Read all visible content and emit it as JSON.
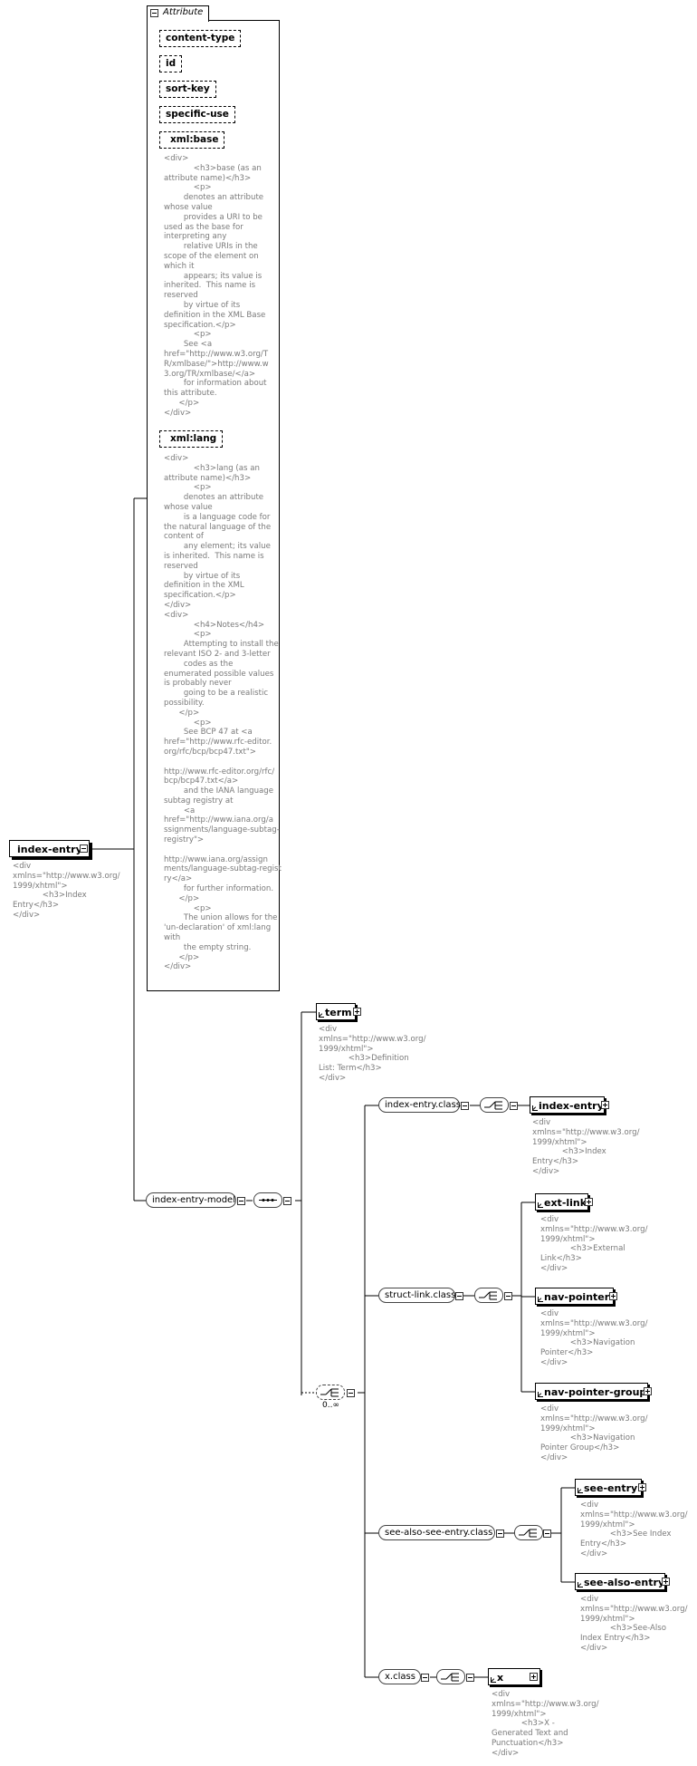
{
  "attributes_panel": {
    "title": "Attribute",
    "items": [
      {
        "name": "content-type"
      },
      {
        "name": "id"
      },
      {
        "name": "sort-key"
      },
      {
        "name": "specific-use"
      },
      {
        "name": "xml:base",
        "doc": "<div>\n            <h3>base (as an\nattribute name)</h3>\n            <p>\n        denotes an attribute\nwhose value\n        provides a URI to be\nused as the base for\ninterpreting any\n        relative URIs in the\nscope of the element on\nwhich it\n        appears; its value is\ninherited.  This name is\nreserved\n        by virtue of its\ndefinition in the XML Base\nspecification.</p>\n            <p>\n        See <a\nhref=\"http://www.w3.org/T\nR/xmlbase/\">http://www.w\n3.org/TR/xmlbase/</a>\n        for information about\nthis attribute.\n      </p>\n</div>"
      },
      {
        "name": "xml:lang",
        "doc": "<div>\n            <h3>lang (as an\nattribute name)</h3>\n            <p>\n        denotes an attribute\nwhose value\n        is a language code for\nthe natural language of the\ncontent of\n        any element; its value\nis inherited.  This name is\nreserved\n        by virtue of its\ndefinition in the XML\nspecification.</p>\n</div>\n<div>\n            <h4>Notes</h4>\n            <p>\n        Attempting to install the\nrelevant ISO 2- and 3-letter\n        codes as the\nenumerated possible values\nis probably never\n        going to be a realistic\npossibility.\n      </p>\n            <p>\n        See BCP 47 at <a\nhref=\"http://www.rfc-editor.\norg/rfc/bcp/bcp47.txt\">\n\nhttp://www.rfc-editor.org/rfc/\nbcp/bcp47.txt</a>\n        and the IANA language\nsubtag registry at\n        <a\nhref=\"http://www.iana.org/a\nssignments/language-subtag-\nregistry\">\n\nhttp://www.iana.org/assign\nments/language-subtag-regist\nry</a>\n        for further information.\n      </p>\n            <p>\n        The union allows for the\n'un-declaration' of xml:lang\nwith\n        the empty string.\n      </p>\n</div>"
      }
    ]
  },
  "root": {
    "name": "index-entry",
    "doc": "<div\nxmlns=\"http://www.w3.org/\n1999/xhtml\">\n            <h3>Index\nEntry</h3>\n</div>"
  },
  "model_group": {
    "name": "index-entry-model"
  },
  "term": {
    "name": "term",
    "doc": "<div\nxmlns=\"http://www.w3.org/\n1999/xhtml\">\n            <h3>Definition\nList: Term</h3>\n</div>"
  },
  "choice_occurrence": "0..∞",
  "classes": [
    {
      "name": "index-entry.class",
      "children": [
        {
          "name": "index-entry",
          "doc": "<div\nxmlns=\"http://www.w3.org/\n1999/xhtml\">\n            <h3>Index\nEntry</h3>\n</div>"
        }
      ]
    },
    {
      "name": "struct-link.class",
      "children": [
        {
          "name": "ext-link",
          "doc": "<div\nxmlns=\"http://www.w3.org/\n1999/xhtml\">\n            <h3>External\nLink</h3>\n</div>"
        },
        {
          "name": "nav-pointer",
          "doc": "<div\nxmlns=\"http://www.w3.org/\n1999/xhtml\">\n            <h3>Navigation\nPointer</h3>\n</div>"
        },
        {
          "name": "nav-pointer-group",
          "doc": "<div\nxmlns=\"http://www.w3.org/\n1999/xhtml\">\n            <h3>Navigation\nPointer Group</h3>\n</div>"
        }
      ]
    },
    {
      "name": "see-also-see-entry.class",
      "children": [
        {
          "name": "see-entry",
          "doc": "<div\nxmlns=\"http://www.w3.org/\n1999/xhtml\">\n            <h3>See Index\nEntry</h3>\n</div>"
        },
        {
          "name": "see-also-entry",
          "doc": "<div\nxmlns=\"http://www.w3.org/\n1999/xhtml\">\n            <h3>See-Also\nIndex Entry</h3>\n</div>"
        }
      ]
    },
    {
      "name": "x.class",
      "children": [
        {
          "name": "x",
          "doc": "<div\nxmlns=\"http://www.w3.org/\n1999/xhtml\">\n            <h3>X -\nGenerated Text and\nPunctuation</h3>\n</div>"
        }
      ]
    }
  ]
}
